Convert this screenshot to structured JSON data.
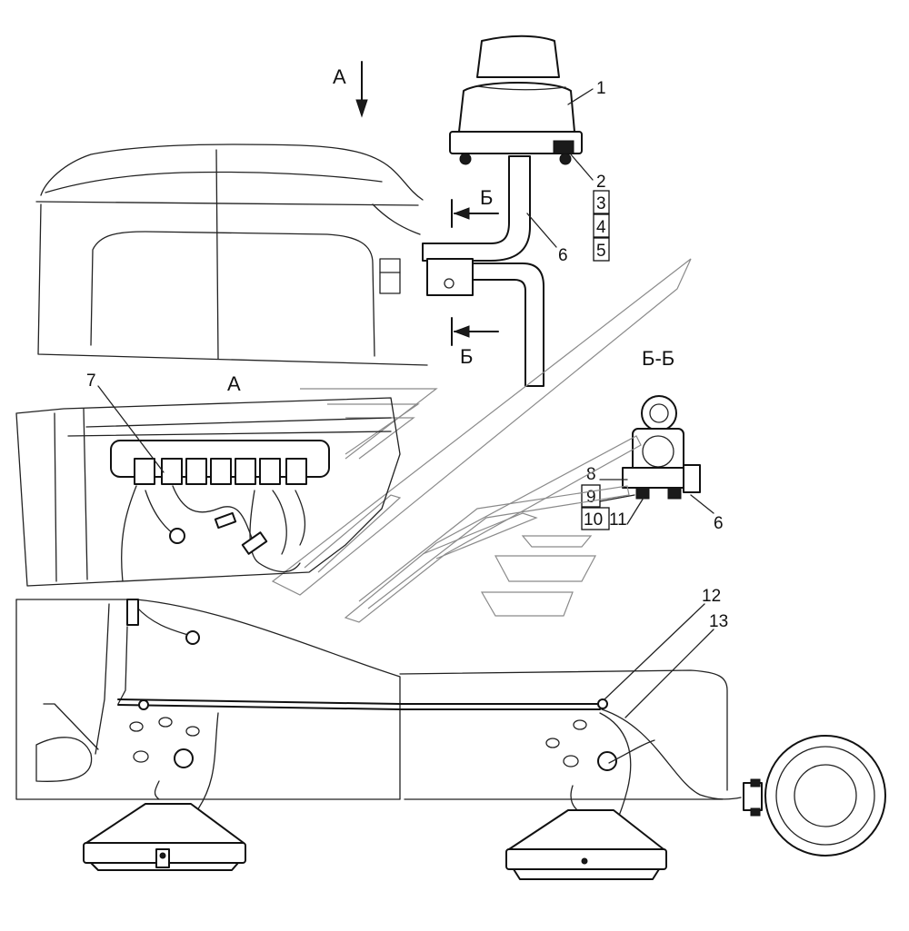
{
  "labels": {
    "view_a_top": "А",
    "view_a": "А",
    "section_top": "Б",
    "section_bottom": "Б",
    "section_view": "Б-Б",
    "l1": "1",
    "l2": "2",
    "l3": "3",
    "l4": "4",
    "l5": "5",
    "l6_upper": "6",
    "l6_lower": "6",
    "l7": "7",
    "l8": "8",
    "l9": "9",
    "l10": "10",
    "l11": "11",
    "l12": "12",
    "l13": "13"
  }
}
